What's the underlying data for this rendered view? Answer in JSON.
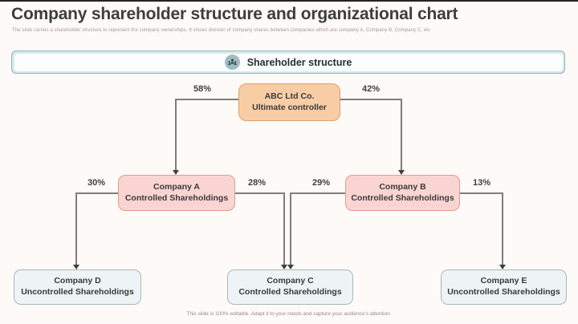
{
  "slide": {
    "title": "Company shareholder structure and organizational chart",
    "subtitle": "The slide carries a shareholder structure to represent the company ownerships. It shows division of company shares between companies which are company A, Company B, Company C, etc",
    "footer_note": "This slide is 100% editable. Adapt it to your needs and capture your audience's attention."
  },
  "banner": {
    "icon": "people-group-icon",
    "label": "Shareholder structure"
  },
  "org_chart": {
    "type": "org-tree",
    "nodes": {
      "root": {
        "name": "ABC Ltd Co.",
        "role": "Ultimate controller",
        "category": "ultimate-controller"
      },
      "company_a": {
        "name": "Company A",
        "role": "Controlled Shareholdings",
        "category": "controlled"
      },
      "company_b": {
        "name": "Company B",
        "role": "Controlled Shareholdings",
        "category": "controlled"
      },
      "company_d": {
        "name": "Company D",
        "role": "Uncontrolled Shareholdings",
        "category": "uncontrolled"
      },
      "company_c": {
        "name": "Company C",
        "role": "Controlled Shareholdings",
        "category": "controlled"
      },
      "company_e": {
        "name": "Company E",
        "role": "Uncontrolled Shareholdings",
        "category": "uncontrolled"
      }
    },
    "edges": {
      "root_to_a": "58%",
      "root_to_b": "42%",
      "a_to_d": "30%",
      "a_to_c": "28%",
      "b_to_c": "29%",
      "b_to_e": "13%"
    }
  },
  "colors": {
    "background": "#fdfaf7",
    "ultimate_controller_fill": "#f8cda6",
    "ultimate_controller_border": "#db9f68",
    "controlled_fill": "#fad4d1",
    "controlled_border": "#e29a93",
    "uncontrolled_fill": "#eef3f5",
    "uncontrolled_border": "#a6b9c0",
    "banner_fill": "#d8e9ec",
    "banner_border": "#8fb5bc",
    "connector": "#7e7e7e"
  }
}
